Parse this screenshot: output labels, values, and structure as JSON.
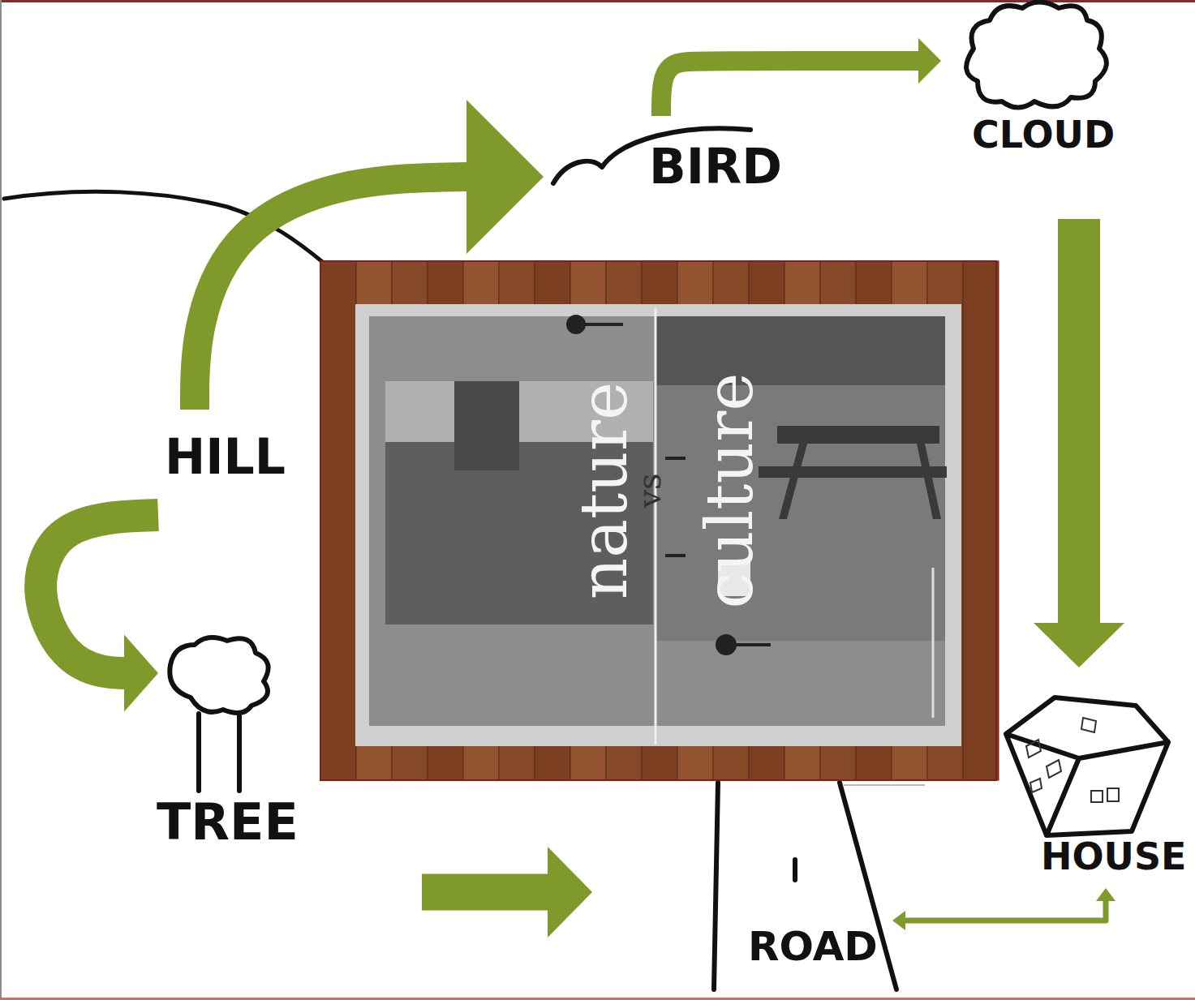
{
  "diagram": {
    "nodes": [
      {
        "text": [
          "BIRD"
        ]
      },
      {
        "text": [
          "CLOUD"
        ]
      },
      {
        "text": [
          "HILL"
        ]
      },
      {
        "text": [
          "HOUSE"
        ]
      },
      {
        "text": [
          "TREE"
        ]
      },
      {
        "text": [
          "ROAD"
        ]
      }
    ],
    "edges": [
      {
        "from": 2,
        "to": 0,
        "arrow": "to"
      },
      {
        "from": 0,
        "to": 1,
        "arrow": "to"
      },
      {
        "from": 1,
        "to": 3,
        "arrow": "to"
      },
      {
        "from": 2,
        "to": 4,
        "arrow": "to"
      },
      {
        "from": 4,
        "to": 5,
        "arrow": "to"
      },
      {
        "from": 5,
        "to": 3,
        "arrow": "both"
      }
    ],
    "labels": [
      "nature",
      "vs",
      "culture"
    ]
  }
}
